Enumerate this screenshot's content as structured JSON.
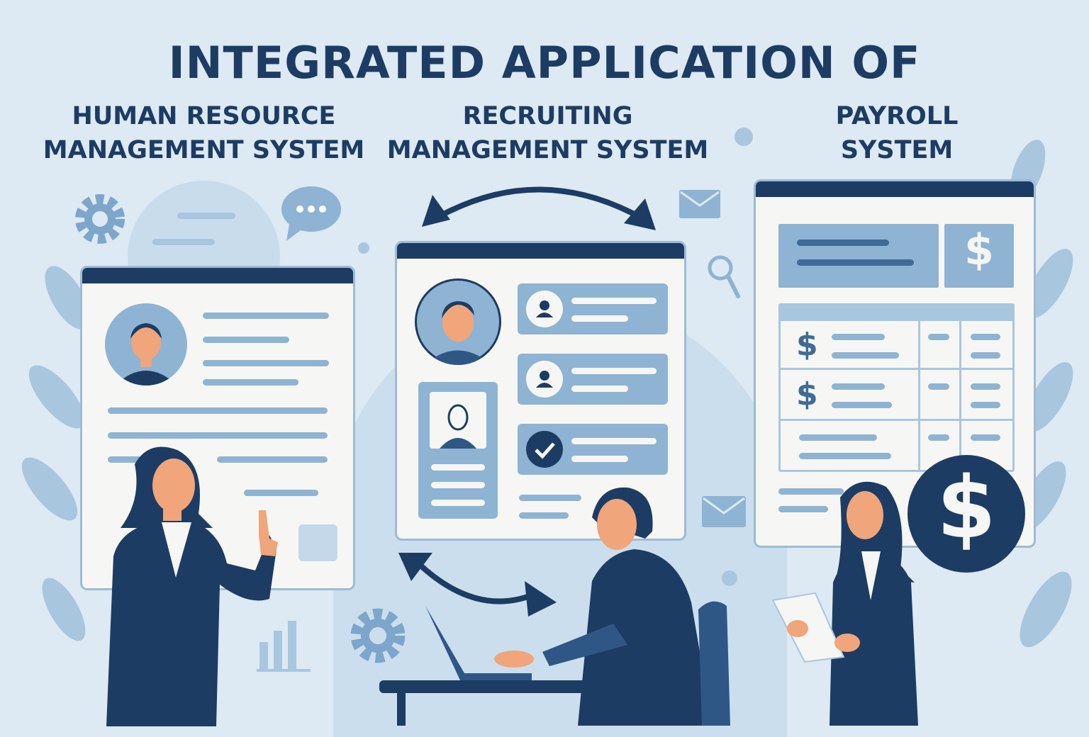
{
  "title": "INTEGRATED APPLICATION OF",
  "systems": [
    {
      "line1": "HUMAN RESOURCE",
      "line2": "MANAGEMENT SYSTEM"
    },
    {
      "line1": "RECRUITING",
      "line2": "MANAGEMENT SYSTEM"
    },
    {
      "line1": "PAYROLL",
      "line2": "SYSTEM"
    }
  ],
  "payroll": {
    "currency_symbol": "$"
  },
  "colors": {
    "navy": "#1d3c63",
    "mid_blue": "#8fb3d3",
    "background": "#dde9f3",
    "panel": "#f6f7f4"
  }
}
